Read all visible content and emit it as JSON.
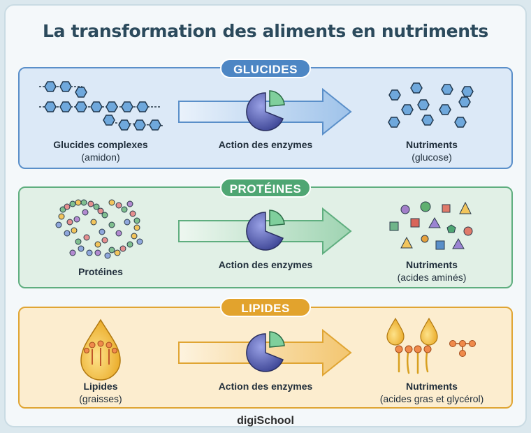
{
  "title": "La transformation des aliments en nutriments",
  "brand": "digiSchool",
  "colors": {
    "glucides": "#4d86c4",
    "proteines": "#4fa673",
    "lipides": "#e2a32d",
    "enzyme": "#6b73c2"
  },
  "sections": [
    {
      "name": "GLUCIDES",
      "input_title": "Glucides complexes",
      "input_sub": "(amidon)",
      "action": "Action des enzymes",
      "output_title": "Nutriments",
      "output_sub": "(glucose)"
    },
    {
      "name": "PROTÉINES",
      "input_title": "Protéines",
      "input_sub": "",
      "action": "Action des enzymes",
      "output_title": "Nutriments",
      "output_sub": "(acides aminés)"
    },
    {
      "name": "LIPIDES",
      "input_title": "Lipides",
      "input_sub": "(graisses)",
      "action": "Action des enzymes",
      "output_title": "Nutriments",
      "output_sub": "(acides gras et glycérol)"
    }
  ]
}
